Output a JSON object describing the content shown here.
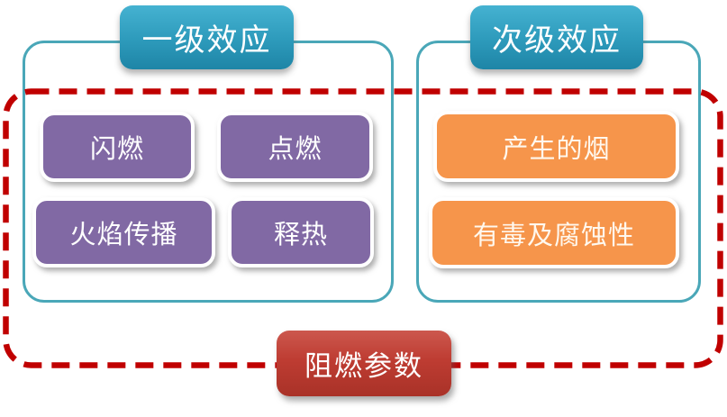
{
  "diagram": {
    "primary": {
      "title": "一级效应",
      "items": [
        "闪燃",
        "点燃",
        "火焰传播",
        "释热"
      ]
    },
    "secondary": {
      "title": "次级效应",
      "items": [
        "产生的烟",
        "有毒及腐蚀性"
      ]
    },
    "bottom_label": "阻燃参数",
    "colors": {
      "header_gradient_top": "#45B2D1",
      "header_gradient_bottom": "#1E85A6",
      "container_border": "#4AA7B8",
      "primary_item_fill": "#8169A4",
      "secondary_item_fill": "#F6954B",
      "red_box_gradient_top": "#CC584E",
      "red_box_gradient_bottom": "#A93228",
      "dashed_border": "#C00000",
      "item_border": "#FFFFFF",
      "text": "#FFFFFF"
    }
  }
}
